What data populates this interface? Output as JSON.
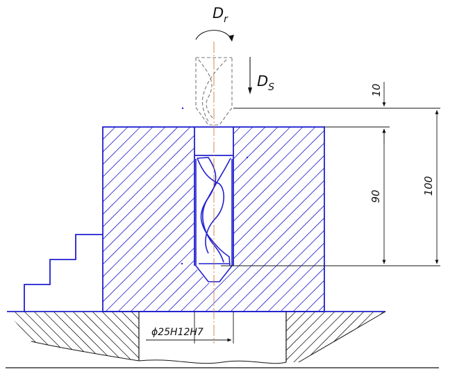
{
  "colors": {
    "part": "#1f1fcf",
    "line": "#111111",
    "axis": "#d2691e",
    "hidden": "#777777"
  },
  "labels": {
    "rotation_main": "D",
    "rotation_sub": "r",
    "feed_main": "D",
    "feed_sub": "S",
    "dim_approach": "10",
    "dim_depth": "90",
    "dim_total": "100",
    "hole_spec": "ϕ25H12H7"
  }
}
